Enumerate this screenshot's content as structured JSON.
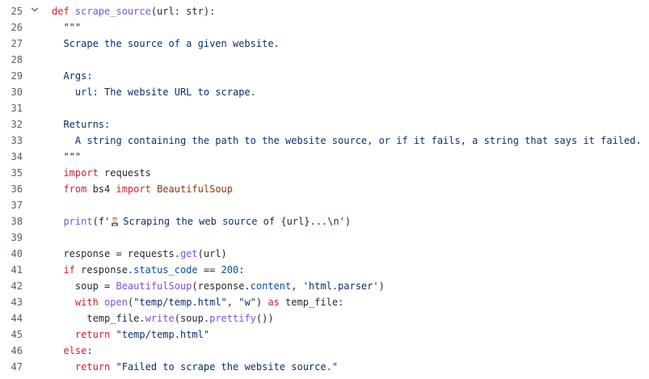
{
  "editor": {
    "fold_icon": "chevron-down-icon",
    "emoji_icon": "technologist-emoji-icon",
    "lines": [
      {
        "num": "25",
        "indent": "",
        "tokens": [
          {
            "t": "def ",
            "c": "kw"
          },
          {
            "t": "scrape_source",
            "c": "fn"
          },
          {
            "t": "(url: str):",
            "c": ""
          }
        ]
      },
      {
        "num": "26",
        "indent": "  ",
        "tokens": [
          {
            "t": "\"\"\"",
            "c": "str"
          }
        ]
      },
      {
        "num": "27",
        "indent": "  ",
        "tokens": [
          {
            "t": "Scrape the source of a given website.",
            "c": "str"
          }
        ]
      },
      {
        "num": "28",
        "indent": "",
        "tokens": []
      },
      {
        "num": "29",
        "indent": "  ",
        "tokens": [
          {
            "t": "Args:",
            "c": "str"
          }
        ]
      },
      {
        "num": "30",
        "indent": "    ",
        "tokens": [
          {
            "t": "url: The website URL to scrape.",
            "c": "str"
          }
        ]
      },
      {
        "num": "31",
        "indent": "",
        "tokens": []
      },
      {
        "num": "32",
        "indent": "  ",
        "tokens": [
          {
            "t": "Returns:",
            "c": "str"
          }
        ]
      },
      {
        "num": "33",
        "indent": "    ",
        "tokens": [
          {
            "t": "A string containing the path to the website source, or if it fails, a string that says it failed.",
            "c": "str"
          }
        ]
      },
      {
        "num": "34",
        "indent": "  ",
        "tokens": [
          {
            "t": "\"\"\"",
            "c": "str"
          }
        ]
      },
      {
        "num": "35",
        "indent": "  ",
        "tokens": [
          {
            "t": "import",
            "c": "kw"
          },
          {
            "t": " requests",
            "c": ""
          }
        ]
      },
      {
        "num": "36",
        "indent": "  ",
        "tokens": [
          {
            "t": "from",
            "c": "kw"
          },
          {
            "t": " bs4 ",
            "c": ""
          },
          {
            "t": "import",
            "c": "kw"
          },
          {
            "t": " ",
            "c": ""
          },
          {
            "t": "BeautifulSoup",
            "c": "cls"
          }
        ]
      },
      {
        "num": "37",
        "indent": "",
        "tokens": []
      },
      {
        "num": "38",
        "indent": "  ",
        "tokens": [
          {
            "t": "print",
            "c": "fn"
          },
          {
            "t": "(",
            "c": ""
          },
          {
            "t": "f'",
            "c": "str"
          },
          {
            "t": "",
            "c": "emoji"
          },
          {
            "t": "Scraping the web source of ",
            "c": "str"
          },
          {
            "t": "{url}",
            "c": ""
          },
          {
            "t": "...\\n'",
            "c": "str"
          },
          {
            "t": ")",
            "c": ""
          }
        ]
      },
      {
        "num": "39",
        "indent": "",
        "tokens": []
      },
      {
        "num": "40",
        "indent": "  ",
        "tokens": [
          {
            "t": "response = requests.",
            "c": ""
          },
          {
            "t": "get",
            "c": "fn"
          },
          {
            "t": "(url)",
            "c": ""
          }
        ]
      },
      {
        "num": "41",
        "indent": "  ",
        "tokens": [
          {
            "t": "if",
            "c": "kw"
          },
          {
            "t": " response.",
            "c": ""
          },
          {
            "t": "status_code",
            "c": "attr"
          },
          {
            "t": " == ",
            "c": ""
          },
          {
            "t": "200",
            "c": "attr"
          },
          {
            "t": ":",
            "c": ""
          }
        ]
      },
      {
        "num": "42",
        "indent": "    ",
        "tokens": [
          {
            "t": "soup = ",
            "c": ""
          },
          {
            "t": "BeautifulSoup",
            "c": "fn"
          },
          {
            "t": "(response.",
            "c": ""
          },
          {
            "t": "content",
            "c": "attr"
          },
          {
            "t": ", ",
            "c": ""
          },
          {
            "t": "'html.parser'",
            "c": "str"
          },
          {
            "t": ")",
            "c": ""
          }
        ]
      },
      {
        "num": "43",
        "indent": "    ",
        "tokens": [
          {
            "t": "with",
            "c": "kw"
          },
          {
            "t": " ",
            "c": ""
          },
          {
            "t": "open",
            "c": "fn"
          },
          {
            "t": "(",
            "c": ""
          },
          {
            "t": "\"temp/temp.html\"",
            "c": "str"
          },
          {
            "t": ", ",
            "c": ""
          },
          {
            "t": "\"w\"",
            "c": "str"
          },
          {
            "t": ") ",
            "c": ""
          },
          {
            "t": "as",
            "c": "kw"
          },
          {
            "t": " temp_file:",
            "c": ""
          }
        ]
      },
      {
        "num": "44",
        "indent": "      ",
        "tokens": [
          {
            "t": "temp_file.",
            "c": ""
          },
          {
            "t": "write",
            "c": "fn"
          },
          {
            "t": "(soup.",
            "c": ""
          },
          {
            "t": "prettify",
            "c": "fn"
          },
          {
            "t": "())",
            "c": ""
          }
        ]
      },
      {
        "num": "45",
        "indent": "    ",
        "tokens": [
          {
            "t": "return",
            "c": "kw"
          },
          {
            "t": " ",
            "c": ""
          },
          {
            "t": "\"temp/temp.html\"",
            "c": "str"
          }
        ]
      },
      {
        "num": "46",
        "indent": "  ",
        "tokens": [
          {
            "t": "else",
            "c": "kw"
          },
          {
            "t": ":",
            "c": ""
          }
        ]
      },
      {
        "num": "47",
        "indent": "    ",
        "tokens": [
          {
            "t": "return",
            "c": "kw"
          },
          {
            "t": " ",
            "c": ""
          },
          {
            "t": "\"Failed to scrape the website source.\"",
            "c": "str"
          }
        ]
      }
    ]
  }
}
